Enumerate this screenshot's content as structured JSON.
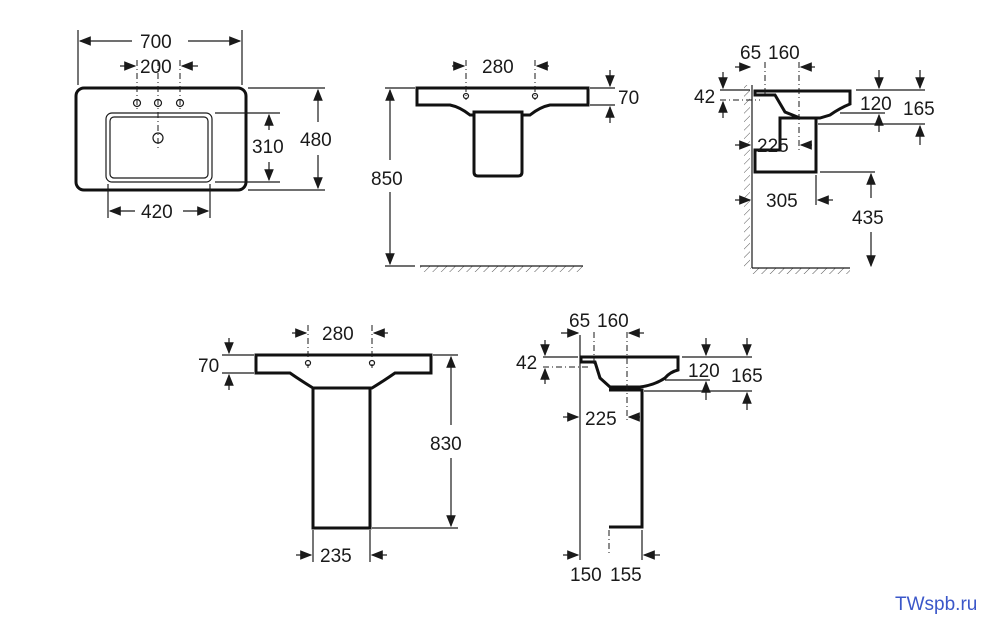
{
  "views": {
    "top_plan": {
      "width": "700",
      "tap_spacing": "200",
      "bowl_depth": "310",
      "depth": "480",
      "bowl_width": "420"
    },
    "front_wall_hung": {
      "tap_spacing": "280",
      "thickness": "70",
      "height": "850"
    },
    "side_wall_hung": {
      "wall_offset": "65",
      "tap_offset": "160",
      "tap_height": "42",
      "bowl_depth": "120",
      "total_depth": "165",
      "drain_offset": "225",
      "bracket_depth": "305",
      "bracket_height": "435"
    },
    "front_pedestal": {
      "tap_spacing": "280",
      "thickness": "70",
      "height": "830",
      "pedestal_width": "235"
    },
    "side_pedestal": {
      "wall_offset": "65",
      "tap_offset": "160",
      "tap_height": "42",
      "bowl_depth": "120",
      "total_depth": "165",
      "drain_offset": "225",
      "pedestal_offset": "150",
      "pedestal_depth": "155"
    }
  },
  "watermark": "TWspb.ru"
}
